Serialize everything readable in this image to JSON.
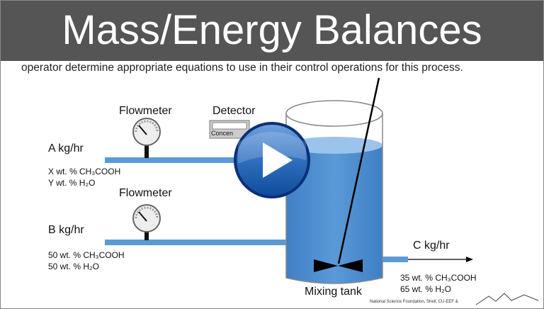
{
  "header": {
    "title": "Mass/Energy Balances"
  },
  "intro_text": "operator determine appropriate equations to use in their control operations for this process.",
  "diagram": {
    "flowmeter1_label": "Flowmeter",
    "flowmeter2_label": "Flowmeter",
    "detector_label": "Detector",
    "detector_display": "Concen",
    "stream_a": {
      "label": "A kg/hr",
      "line1": "X wt. % CH₃COOH",
      "line2": "Y wt. % H₂O"
    },
    "stream_b": {
      "label": "B kg/hr",
      "line1": "50 wt. % CH₃COOH",
      "line2": "50 wt. % H₂O"
    },
    "stream_c": {
      "label": "C kg/hr",
      "line1": "35 wt. % CH₃COOH",
      "line2": "65 wt. % H₂O"
    },
    "tank_label": "Mixing tank"
  },
  "footer": {
    "credits": "National Science Foundation, Shell, CU-EEF &"
  },
  "colors": {
    "titlebar": "#555555",
    "pipe": "#5b9bd5",
    "liquid": "#4f8fd0",
    "play": "#1a5fb4"
  }
}
